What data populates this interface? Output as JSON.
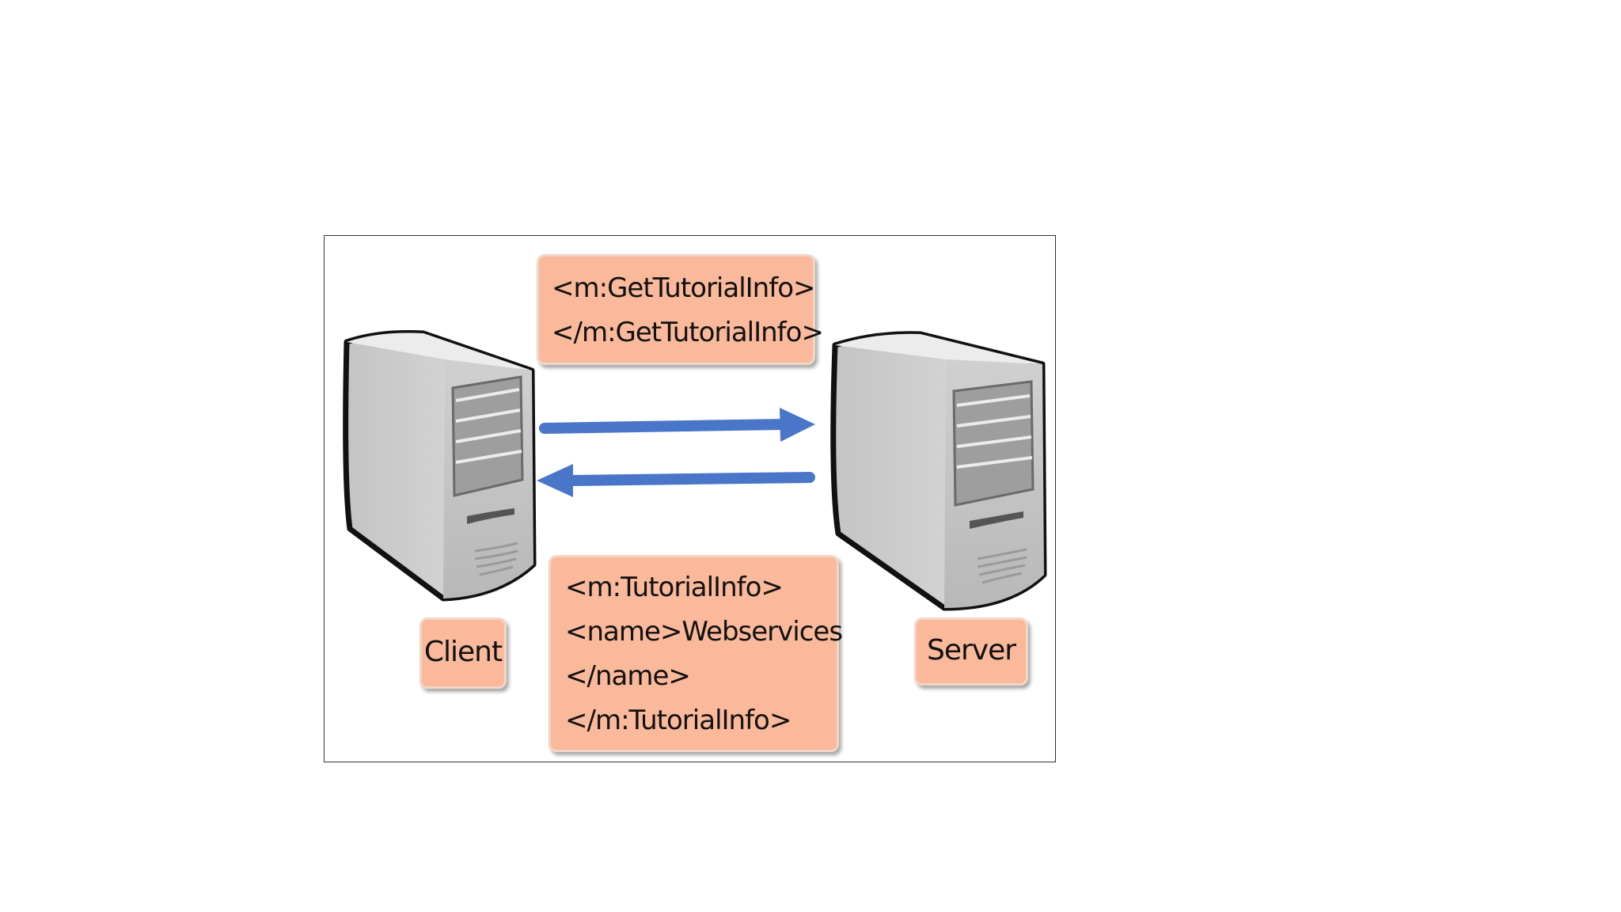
{
  "diagram": {
    "request_message": {
      "lines": [
        "<m:GetTutorialInfo>",
        "</m:GetTutorialInfo>"
      ]
    },
    "response_message": {
      "lines": [
        "<m:TutorialInfo>",
        "<name>Webservices",
        "</name>",
        "</m:TutorialInfo>"
      ]
    },
    "client_label": "Client",
    "server_label": "Server",
    "icons": {
      "client": "server-tower-icon",
      "server": "server-tower-icon",
      "request_arrow": "arrow-right-icon",
      "response_arrow": "arrow-left-icon"
    },
    "colors": {
      "label_fill": "#f9b99a",
      "arrow": "#4a76c9",
      "tower_body": "#d8d8d8",
      "outline": "#111111"
    }
  }
}
